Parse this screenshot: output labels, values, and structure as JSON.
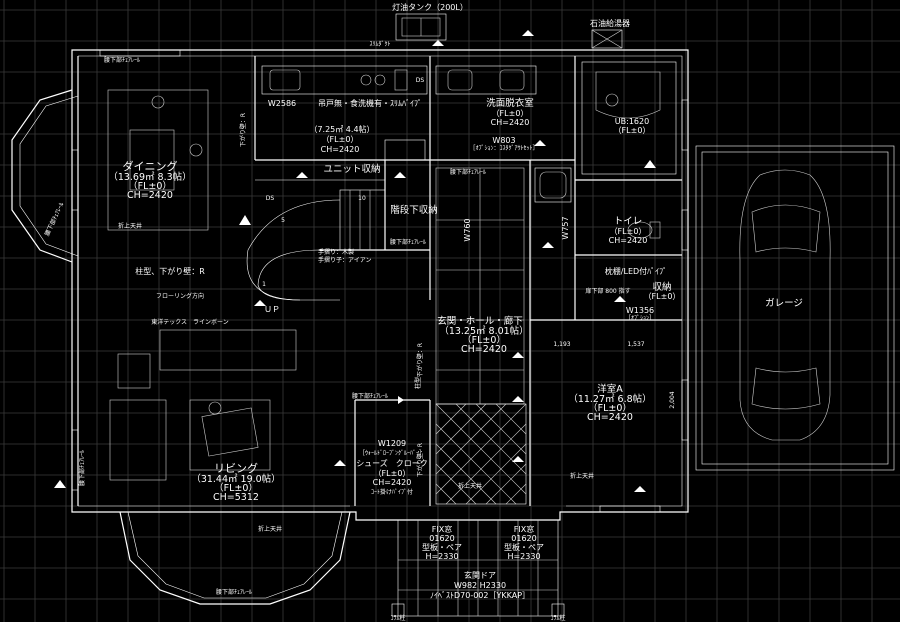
{
  "colors": {
    "background": "#000000",
    "line": "#ffffff",
    "grid": "#3a3a3a"
  },
  "labels": {
    "oil_tank": "灯油タンク（200L）",
    "oil_boiler": "石油給湯器",
    "slim_duct": "ｽﾘﾑﾀﾞｸﾄ",
    "ds_top": "DS",
    "ds_stair": "DS",
    "kitchen_w": "W2586",
    "kitchen_spec": "吊戸無・食洗機有・ｽﾘﾑﾊﾞｲﾌﾟ",
    "kitchen_area": "（7.25㎡ 4.4帖）",
    "kitchen_fl": "（FL±0）",
    "kitchen_ch": "CH=2420",
    "unit_storage": "ユニット収納",
    "stair_storage": "階段下収納",
    "dining_name": "ダイニング",
    "dining_area": "（13.69㎡ 8.3帖）",
    "dining_fl": "（FL±0）",
    "dining_ch": "CH=2420",
    "fold_ceiling_1": "折上天井",
    "fold_ceiling_2": "折上天井",
    "fold_ceiling_3": "折上天井",
    "fold_ceiling_4": "折上天井",
    "drop_wall_left": "下がり壁：R",
    "column_drop": "柱型、下がり壁：R",
    "flooring_dir": "フローリング方向",
    "east_line": "東洋テックス　ラインボーン",
    "handrail_1": "手摺り：木製",
    "handrail_2": "手摺り子：アイアン",
    "up": "ＵＰ",
    "stair_1": "1",
    "stair_5": "5",
    "stair_10": "10",
    "wash_name": "洗面脱衣室",
    "wash_fl": "（FL±0）",
    "wash_ch": "CH=2420",
    "wash_w": "W803",
    "wash_spec": "［ｵﾌﾟｼｮﾝ：ｺｽﾀｸﾞｱｳﾄｾｯﾄ］",
    "ub_name": "UB:1620",
    "ub_fl": "（FL±0）",
    "toilet_name": "トイレ",
    "toilet_fl": "（FL±0）",
    "toilet_ch": "CH=2420",
    "w760": "W760",
    "w757": "W757",
    "shelf_led": "枕棚/LED付ﾊﾟｲﾌﾟ",
    "storage_name": "収納",
    "storage_fl": "（FL±0）",
    "storage_sub": "扉下部 800 指す",
    "w1356": "W1356",
    "w1356_sub": "［ｵﾌﾟｼｮﾝ］",
    "hall_name": "玄関・ホール・廊下",
    "hall_area": "（13.25㎡ 8.01帖）",
    "hall_fl": "（FL±0）",
    "hall_ch": "CH=2420",
    "dim_1193": "1,193",
    "dim_1537": "1,537",
    "dim_2004": "2,004",
    "room_a_name": "洋室A",
    "room_a_area": "（11.27㎡ 6.8帖）",
    "room_a_fl": "（FL±0）",
    "room_a_ch": "CH=2420",
    "garage": "ガレージ",
    "living_name": "リビング",
    "living_area": "（31.44㎡ 19.0帖）",
    "living_fl": "（FL±0）",
    "living_ch": "CH=5312",
    "closet_w": "W1209",
    "closet_spec": "［ｳｫｰﾙﾄﾞﾛｰﾌﾞﾝｸﾞﾙｰﾊﾞｰ］",
    "closet_name": "シューズ　クローク",
    "closet_fl": "（FL±0）",
    "closet_ch": "CH=2420",
    "closet_sub": "ｺｰﾄ掛けﾊﾟｲﾌﾟ付",
    "drop_wall_hall": "下がり壁：R",
    "drop_wall_closet": "下がり壁：R",
    "column_hall": "柱型、",
    "rail_1": "腰下部ﾁｪｱﾚｰﾙ",
    "rail_2": "腰下部ﾁｪｱﾚｰﾙ",
    "rail_3": "腰下部ﾁｪｱﾚｰﾙ",
    "rail_4": "腰下部ﾁｪｱﾚｰﾙ",
    "rail_5": "腰下部ﾁｪｱﾚｰﾙ",
    "rail_6": "腰下部ﾁｪｱﾚｰﾙ",
    "rail_7": "腰下部ﾁｪｱﾚｰﾙ",
    "fix_l_name": "FIX窓",
    "fix_l_code": "01620",
    "fix_l_glass": "型板・ペア",
    "fix_l_h": "H=2330",
    "fix_r_name": "FIX窓",
    "fix_r_code": "01620",
    "fix_r_glass": "型板・ペア",
    "fix_r_h": "H=2330",
    "door_name": "玄関ドア",
    "door_size": "W982 H2330",
    "door_spec": "ﾉｲﾍﾞｽﾄD70-002［YKKAP］",
    "decor_col_l": "ｺﾗﾑ柱",
    "decor_col_r": "ｺﾗﾑ柱"
  }
}
